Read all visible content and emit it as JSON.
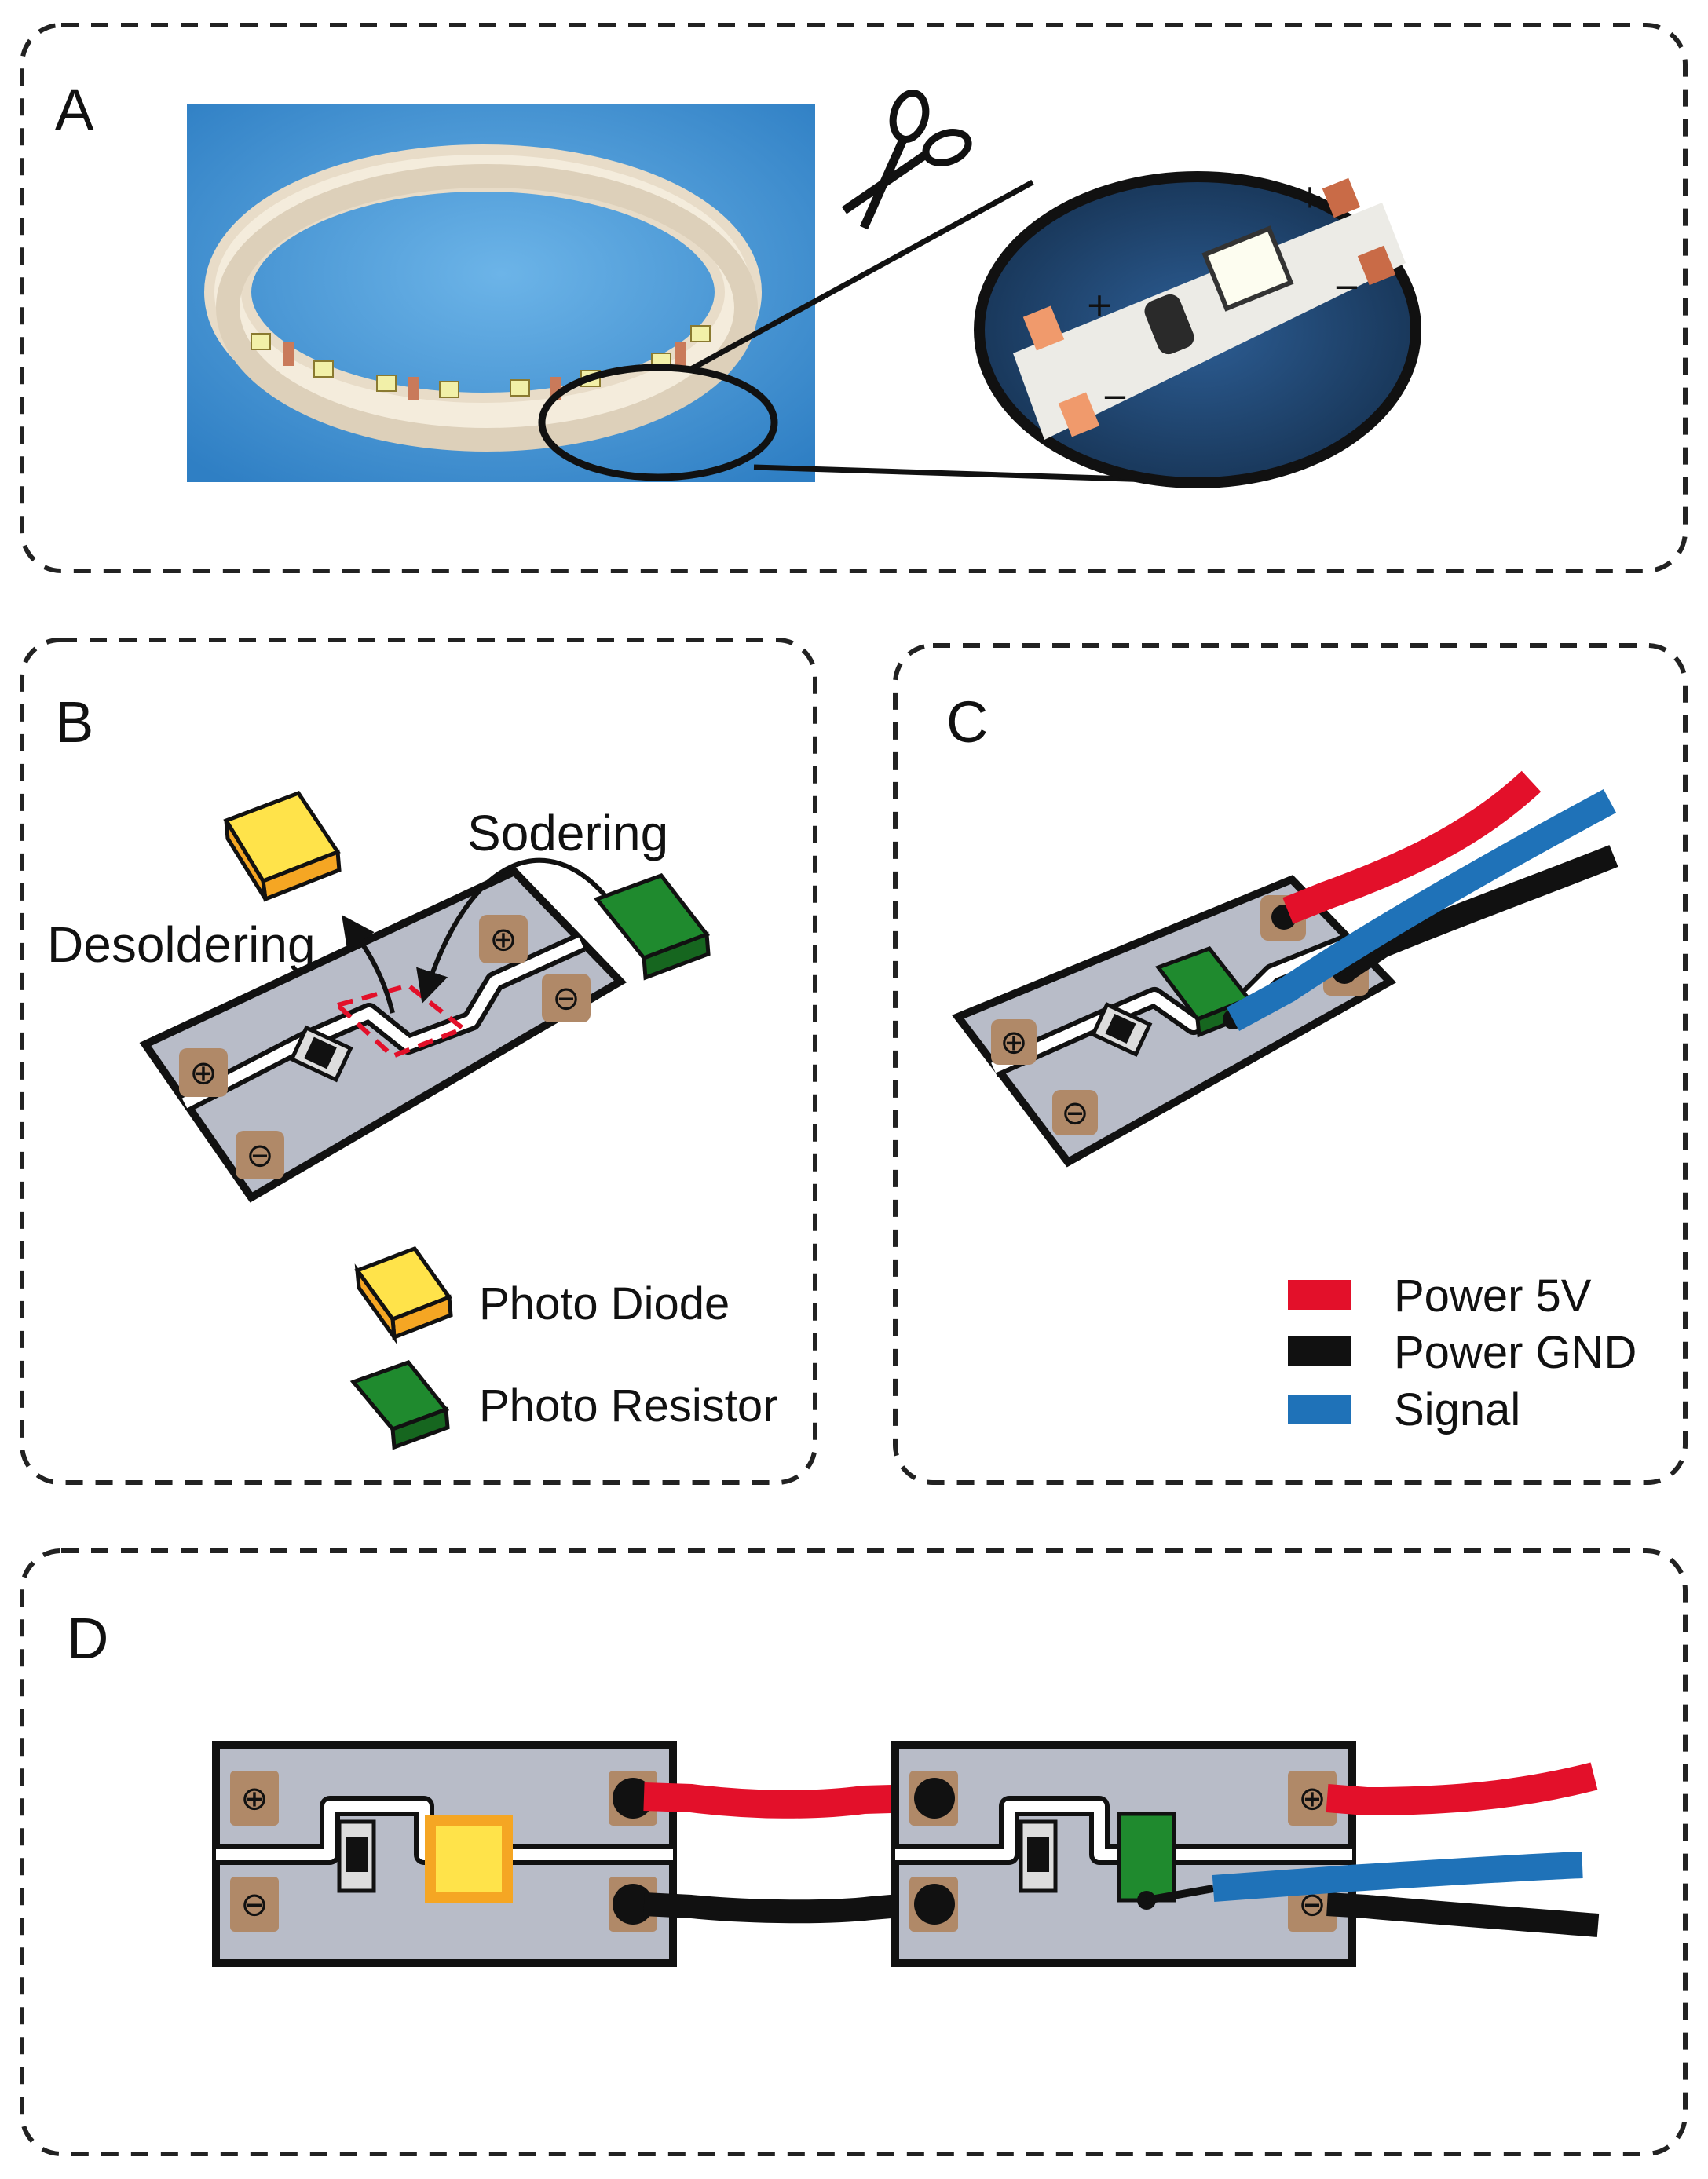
{
  "panels": {
    "a": {
      "label": "A"
    },
    "b": {
      "label": "B",
      "desoldering": "Desoldering",
      "soldering": "Sodering"
    },
    "c": {
      "label": "C"
    },
    "d": {
      "label": "D"
    }
  },
  "legend_b": {
    "photo_diode": "Photo Diode",
    "photo_resistor": "Photo Resistor"
  },
  "legend_c": {
    "power_5v": "Power 5V",
    "power_gnd": "Power GND",
    "signal": "Signal"
  },
  "pad_marks": {
    "plus": "+",
    "minus": "−",
    "circled_plus": "⊕",
    "circled_minus": "⊖"
  },
  "colors": {
    "power_5v": "#e3102a",
    "power_gnd": "#111111",
    "signal": "#1f72b8",
    "photo_diode_fill": "#ffe34a",
    "photo_diode_edge": "#f5a623",
    "photo_resistor": "#1f8a2e",
    "board": "#b8bcc8",
    "pad": "#b08968",
    "photo_bg": "#3d8fd0"
  },
  "icons": [
    "scissors-icon",
    "magnifier-callout"
  ]
}
